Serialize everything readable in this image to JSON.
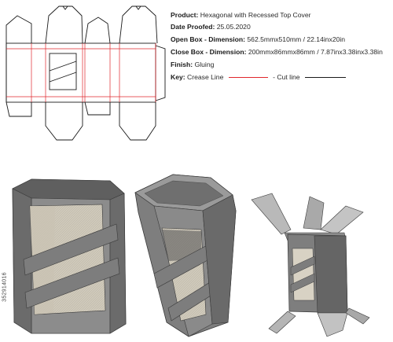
{
  "specs": {
    "product": {
      "label": "Product:",
      "value": "Hexagonal with Recessed Top Cover"
    },
    "date": {
      "label": "Date Proofed:",
      "value": "25.05.2020"
    },
    "open_box": {
      "label": "Open Box - Dimension:",
      "value": "562.5mmx510mm / 22.14inx20in"
    },
    "close_box": {
      "label": "Close Box - Dimension:",
      "value": "200mmx86mmx86mm / 7.87inx3.38inx3.38in"
    },
    "finish": {
      "label": "Finish:",
      "value": "Gluing"
    },
    "key": {
      "label": "Key:",
      "crease": "Crease Line",
      "cut": "- Cut line"
    }
  },
  "side_code": "352914016",
  "colors": {
    "cut_line": "#1a1a1a",
    "crease_line": "#e0262c",
    "box_dark": "#6b6b6b",
    "box_mid": "#8c8c8c",
    "box_light": "#b7b4ae",
    "interior": "#d8d2c4"
  }
}
